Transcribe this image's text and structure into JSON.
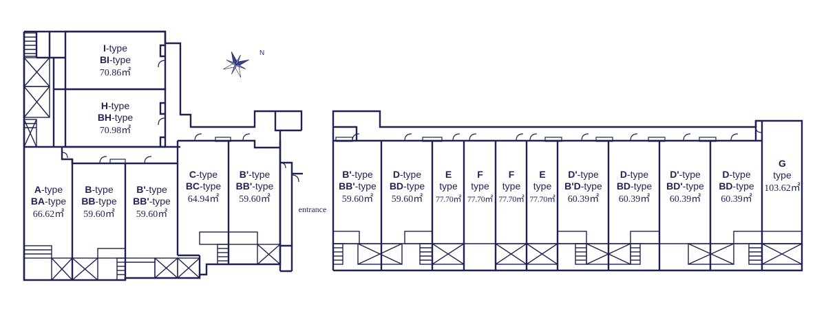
{
  "map": {
    "entrance_label": "entrance",
    "north_label": "N",
    "units": [
      {
        "id": "i-bi",
        "lines": [
          {
            "code": "I",
            "suffix": "-type"
          },
          {
            "code": "BI",
            "suffix": "-type"
          }
        ],
        "area": "70.86㎡"
      },
      {
        "id": "h-bh",
        "lines": [
          {
            "code": "H",
            "suffix": "-type"
          },
          {
            "code": "BH",
            "suffix": "-type"
          }
        ],
        "area": "70.98㎡"
      },
      {
        "id": "a-ba",
        "lines": [
          {
            "code": "A",
            "suffix": "-type"
          },
          {
            "code": "BA",
            "suffix": "-type"
          }
        ],
        "area": "66.62㎡"
      },
      {
        "id": "b-bb",
        "lines": [
          {
            "code": "B",
            "suffix": "-type"
          },
          {
            "code": "BB",
            "suffix": "-type"
          }
        ],
        "area": "59.60㎡"
      },
      {
        "id": "bp-bbp-1",
        "lines": [
          {
            "code": "B'",
            "suffix": "-type"
          },
          {
            "code": "BB'",
            "suffix": "-type"
          }
        ],
        "area": "59.60㎡"
      },
      {
        "id": "c-bc",
        "lines": [
          {
            "code": "C",
            "suffix": "-type"
          },
          {
            "code": "BC",
            "suffix": "-type"
          }
        ],
        "area": "64.94㎡"
      },
      {
        "id": "bp-bbp-2",
        "lines": [
          {
            "code": "B'",
            "suffix": "-type"
          },
          {
            "code": "BB'",
            "suffix": "-type"
          }
        ],
        "area": "59.60㎡"
      },
      {
        "id": "bp-bbp-3",
        "lines": [
          {
            "code": "B'",
            "suffix": "-type"
          },
          {
            "code": "BB'",
            "suffix": "-type"
          }
        ],
        "area": "59.60㎡"
      },
      {
        "id": "d-bd-1",
        "lines": [
          {
            "code": "D",
            "suffix": "-type"
          },
          {
            "code": "BD",
            "suffix": "-type"
          }
        ],
        "area": "59.60㎡"
      },
      {
        "id": "e-1",
        "lines": [
          {
            "code": "E",
            "suffix": ""
          },
          {
            "code": "",
            "suffix": "type"
          }
        ],
        "area": "77.70㎡"
      },
      {
        "id": "f-1",
        "lines": [
          {
            "code": "F",
            "suffix": ""
          },
          {
            "code": "",
            "suffix": "type"
          }
        ],
        "area": "77.70㎡"
      },
      {
        "id": "f-2",
        "lines": [
          {
            "code": "F",
            "suffix": ""
          },
          {
            "code": "",
            "suffix": "type"
          }
        ],
        "area": "77.70㎡"
      },
      {
        "id": "e-2",
        "lines": [
          {
            "code": "E",
            "suffix": ""
          },
          {
            "code": "",
            "suffix": "type"
          }
        ],
        "area": "77.70㎡"
      },
      {
        "id": "dp-bdp-1",
        "lines": [
          {
            "code": "D'",
            "suffix": "-type"
          },
          {
            "code": "B'D",
            "suffix": "-type"
          }
        ],
        "area": "60.39㎡"
      },
      {
        "id": "d-bd-2",
        "lines": [
          {
            "code": "D",
            "suffix": "-type"
          },
          {
            "code": "BD",
            "suffix": "-type"
          }
        ],
        "area": "60.39㎡"
      },
      {
        "id": "dp-bdp-2",
        "lines": [
          {
            "code": "D'",
            "suffix": "-type"
          },
          {
            "code": "BD'",
            "suffix": "-type"
          }
        ],
        "area": "60.39㎡"
      },
      {
        "id": "d-bd-3",
        "lines": [
          {
            "code": "D",
            "suffix": "-type"
          },
          {
            "code": "BD",
            "suffix": "-type"
          }
        ],
        "area": "60.39㎡"
      },
      {
        "id": "g",
        "lines": [
          {
            "code": "G",
            "suffix": ""
          },
          {
            "code": "",
            "suffix": "type"
          }
        ],
        "area": "103.62㎡"
      }
    ],
    "colors": {
      "wall": "#1f2150",
      "text": "#1f2150",
      "compass": "#3a3f8f",
      "background": "#ffffff"
    }
  }
}
